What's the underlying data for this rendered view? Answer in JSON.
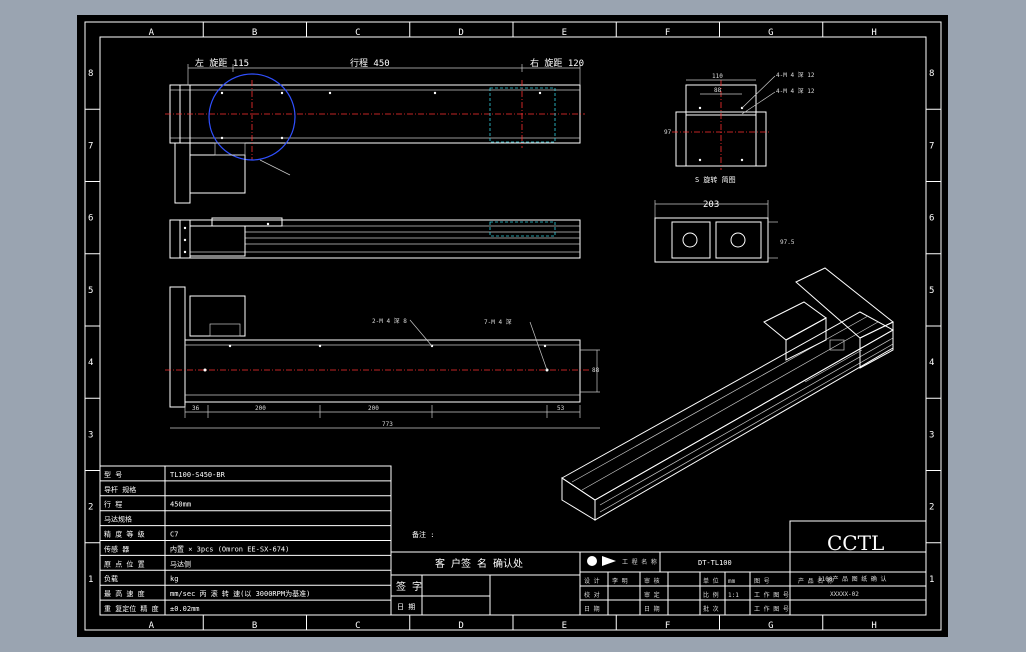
{
  "grid": {
    "columns": [
      "A",
      "B",
      "C",
      "D",
      "E",
      "F",
      "G",
      "H"
    ],
    "rows": [
      "8",
      "7",
      "6",
      "5",
      "4",
      "3",
      "2",
      "1"
    ]
  },
  "dims": {
    "top_left": "左 旋距 115",
    "top_travel": "行程 450",
    "top_right": "右 旋距 120",
    "side_len_a": "110",
    "side_len_b": "88",
    "side_h": "97",
    "side_note1": "4-M 4 深 12",
    "side_note2": "4-M 4 深 12",
    "side_caption": "S 旋转 简图",
    "end_width": "203",
    "end_h": "97.5",
    "bottom_note1": "2-M 4 深 8",
    "bottom_note2": "7-M 4 深",
    "bottom_seg1": "36",
    "bottom_seg2": "200",
    "bottom_seg3": "200",
    "bottom_seg4": "53",
    "bottom_total": "773",
    "right_h": "88"
  },
  "notes": {
    "label": "备注 :"
  },
  "spec_table": {
    "rows": [
      {
        "label": "型 号",
        "value": "TL100-S450-BR"
      },
      {
        "label": "导杆 规格",
        "value": ""
      },
      {
        "label": "行 程",
        "value": "450mm"
      },
      {
        "label": "马达规格",
        "value": ""
      },
      {
        "label": "精 度 等 级",
        "value": "C7"
      },
      {
        "label": "传感 器",
        "value": "内置 × 3pcs (Omron EE-SX-674)"
      },
      {
        "label": "原 点 位 置",
        "value": "马达侧"
      },
      {
        "label": "负载",
        "value": "kg"
      },
      {
        "label": "最 高 速 度",
        "value": "mm/sec 丙 滚 转 速(以 3000RPM为基准)"
      },
      {
        "label": "重 复定位 精 度",
        "value": "±0.02mm"
      }
    ]
  },
  "confirm": {
    "title": "客 户签 名 确认处",
    "sign_label": "签 字",
    "date_label": "日 期"
  },
  "title_block": {
    "company": "CCTL",
    "project_label": "工 程 名 称",
    "project_value": "DT-TL100",
    "row1": [
      "设 计",
      "李 明",
      "审 核",
      "",
      "单 位",
      "mm",
      "图 号",
      "",
      "产 品 名 称"
    ],
    "row2": [
      "校 对",
      "",
      "审 定",
      "",
      "比 例",
      "1:1",
      "工 作 图 号"
    ],
    "row3": [
      "日 期",
      "",
      "日 期",
      "",
      "批 次",
      "",
      "工 作 图 号"
    ],
    "product_name": "1100产 品 图 纸 确 认",
    "drawing_no": "XXXXX-02"
  }
}
